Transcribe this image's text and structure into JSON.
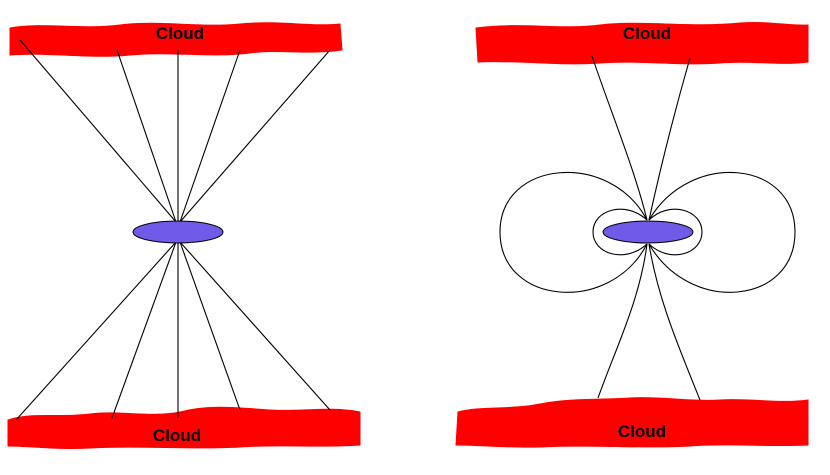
{
  "colors": {
    "cloud": "#ff0000",
    "disk": "#6f5be8",
    "disk_outline": "#000000",
    "line": "#000000",
    "background": "#ffffff"
  },
  "left_panel": {
    "top_cloud": {
      "label": "Cloud"
    },
    "bottom_cloud": {
      "label": "Cloud"
    }
  },
  "right_panel": {
    "top_cloud": {
      "label": "Cloud"
    },
    "bottom_cloud": {
      "label": "Cloud"
    }
  }
}
